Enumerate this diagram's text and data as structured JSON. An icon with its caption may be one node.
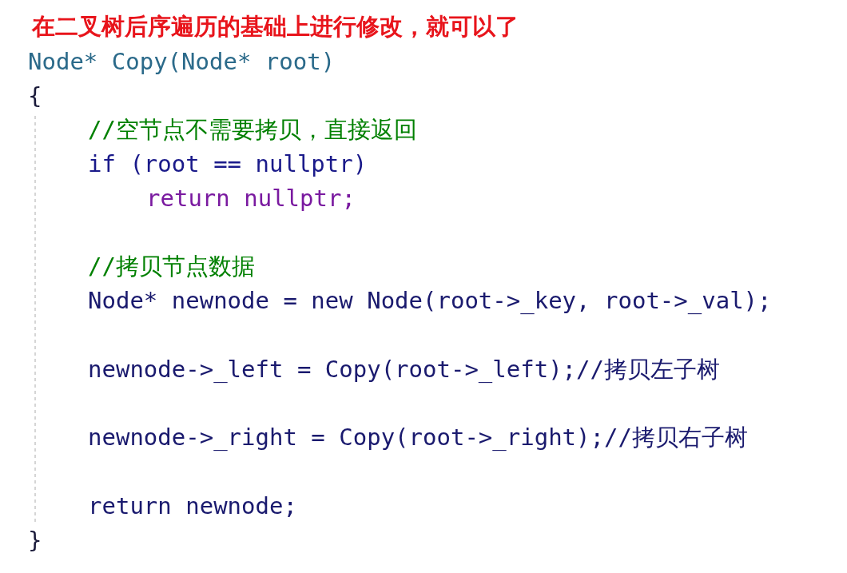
{
  "diagram": {
    "title": "在二叉树后序遍历的基础上进行修改，就可以了",
    "labels": [
      "Node* Copy(Node* root)",
      "{",
      "//空节点不需要拷贝，直接返回",
      "if (root == nullptr)",
      "return nullptr;",
      "//拷贝节点数据",
      "Node* newnode = new Node(root->_key, root->_val);",
      "newnode->_left = Copy(root->_left);//拷贝左子树",
      "newnode->_right = Copy(root->_right);//拷贝右子树",
      "return newnode;",
      "}"
    ]
  }
}
